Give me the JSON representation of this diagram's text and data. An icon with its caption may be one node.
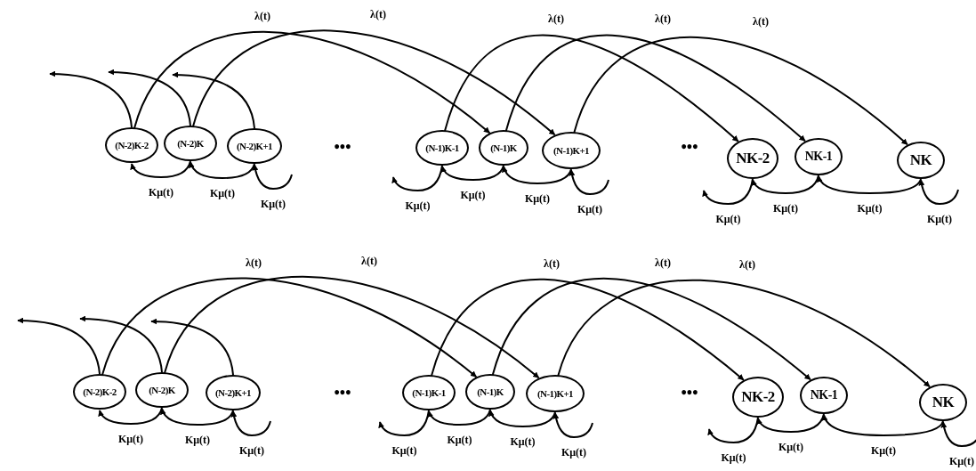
{
  "diagram": {
    "nodes": [
      {
        "text": [
          "(N-2)K-2"
        ]
      },
      {
        "text": [
          "(N-2)K"
        ]
      },
      {
        "text": [
          "(N-2)K+1"
        ]
      },
      {
        "text": [
          "(N-1)K-1"
        ]
      },
      {
        "text": [
          "(N-1)K"
        ]
      },
      {
        "text": [
          "(N-1)K+1"
        ]
      },
      {
        "text": [
          "NK-2"
        ]
      },
      {
        "text": [
          "NK-1"
        ]
      },
      {
        "text": [
          "NK"
        ]
      },
      {
        "text": [
          "(N-2)K-2"
        ]
      },
      {
        "text": [
          "(N-2)K"
        ]
      },
      {
        "text": [
          "(N-2)K+1"
        ]
      },
      {
        "text": [
          "(N-1)K-1"
        ]
      },
      {
        "text": [
          "(N-1)K"
        ]
      },
      {
        "text": [
          "(N-1)K+1"
        ]
      },
      {
        "text": [
          "NK-2"
        ]
      },
      {
        "text": [
          "NK-1"
        ]
      },
      {
        "text": [
          "NK"
        ]
      }
    ],
    "edges": [
      {
        "from": 0,
        "to": null,
        "arrow": "to"
      },
      {
        "from": 1,
        "to": null,
        "arrow": "to"
      },
      {
        "from": 2,
        "to": null,
        "arrow": "to"
      },
      {
        "from": 0,
        "to": 4,
        "arrow": "to",
        "label": "λ(t)"
      },
      {
        "from": 1,
        "to": 5,
        "arrow": "to",
        "label": "λ(t)"
      },
      {
        "from": 3,
        "to": 6,
        "arrow": "to",
        "label": "λ(t)"
      },
      {
        "from": 4,
        "to": 7,
        "arrow": "to",
        "label": "λ(t)"
      },
      {
        "from": 5,
        "to": 8,
        "arrow": "to",
        "label": "λ(t)"
      },
      {
        "from": 1,
        "to": 0,
        "arrow": "to",
        "label": "Kμ(t)"
      },
      {
        "from": 2,
        "to": 1,
        "arrow": "to",
        "label": "Kμ(t)"
      },
      {
        "from": null,
        "to": 2,
        "arrow": "to",
        "label": "Kμ(t)"
      },
      {
        "from": 3,
        "to": null,
        "arrow": "to",
        "label": "Kμ(t)"
      },
      {
        "from": 4,
        "to": 3,
        "arrow": "to",
        "label": "Kμ(t)"
      },
      {
        "from": 5,
        "to": 4,
        "arrow": "to",
        "label": "Kμ(t)"
      },
      {
        "from": null,
        "to": 5,
        "arrow": "to",
        "label": "Kμ(t)"
      },
      {
        "from": 6,
        "to": null,
        "arrow": "to",
        "label": "Kμ(t)"
      },
      {
        "from": 7,
        "to": 6,
        "arrow": "to",
        "label": "Kμ(t)"
      },
      {
        "from": 8,
        "to": 7,
        "arrow": "to",
        "label": "Kμ(t)"
      },
      {
        "from": null,
        "to": 8,
        "arrow": "to",
        "label": "Kμ(t)"
      },
      {
        "from": 9,
        "to": null,
        "arrow": "to"
      },
      {
        "from": 10,
        "to": null,
        "arrow": "to"
      },
      {
        "from": 11,
        "to": null,
        "arrow": "to"
      },
      {
        "from": 9,
        "to": 13,
        "arrow": "to",
        "label": "λ(t)"
      },
      {
        "from": 10,
        "to": 14,
        "arrow": "to",
        "label": "λ(t)"
      },
      {
        "from": 12,
        "to": 15,
        "arrow": "to",
        "label": "λ(t)"
      },
      {
        "from": 13,
        "to": 16,
        "arrow": "to",
        "label": "λ(t)"
      },
      {
        "from": 14,
        "to": 17,
        "arrow": "to",
        "label": "λ(t)"
      },
      {
        "from": 10,
        "to": 9,
        "arrow": "to",
        "label": "Kμ(t)"
      },
      {
        "from": 11,
        "to": 10,
        "arrow": "to",
        "label": "Kμ(t)"
      },
      {
        "from": null,
        "to": 11,
        "arrow": "to",
        "label": "Kμ(t)"
      },
      {
        "from": 12,
        "to": null,
        "arrow": "to",
        "label": "Kμ(t)"
      },
      {
        "from": 13,
        "to": 12,
        "arrow": "to",
        "label": "Kμ(t)"
      },
      {
        "from": 14,
        "to": 13,
        "arrow": "to",
        "label": "Kμ(t)"
      },
      {
        "from": null,
        "to": 14,
        "arrow": "to",
        "label": "Kμ(t)"
      },
      {
        "from": 15,
        "to": null,
        "arrow": "to",
        "label": "Kμ(t)"
      },
      {
        "from": 16,
        "to": 15,
        "arrow": "to",
        "label": "Kμ(t)"
      },
      {
        "from": 17,
        "to": 16,
        "arrow": "to",
        "label": "Kμ(t)"
      },
      {
        "from": null,
        "to": 17,
        "arrow": "to",
        "label": "Kμ(t)"
      }
    ],
    "labels": [
      "•••",
      "•••",
      "•••",
      "•••"
    ]
  }
}
